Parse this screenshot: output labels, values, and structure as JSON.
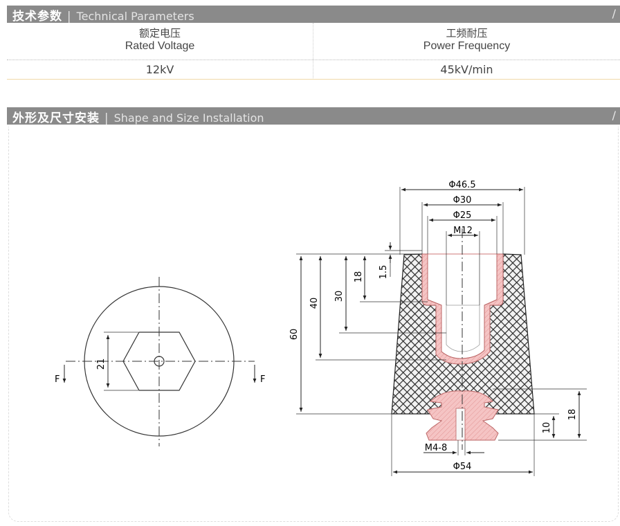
{
  "section1": {
    "title_zh": "技术参数",
    "separator": "|",
    "title_en": "Technical Parameters",
    "columns": [
      {
        "label_zh": "额定电压",
        "label_en": "Rated Voltage",
        "value": "12kV"
      },
      {
        "label_zh": "工频耐压",
        "label_en": "Power Frequency",
        "value": "45kV/min"
      }
    ]
  },
  "section2": {
    "title_zh": "外形及尺寸安装",
    "separator": "|",
    "title_en": "Shape and Size Installation"
  },
  "drawing": {
    "front_view": {
      "dim_21": "21",
      "force_left": "F",
      "force_right": "F"
    },
    "side_view": {
      "dia_46_5": "Φ46.5",
      "dia_30": "Φ30",
      "dia_25": "Φ25",
      "thread_m12": "M12",
      "dim_1_5": "1.5",
      "dim_18_top": "18",
      "dim_30": "30",
      "dim_40": "40",
      "dim_60": "60",
      "dim_18_bottom": "18",
      "dim_10": "10",
      "thread_m4_8": "M4-8",
      "dia_54": "Φ54"
    }
  },
  "colors": {
    "header_bar": "#8a8a8a",
    "hatch": "#3a3a3a",
    "insert": "#f2b8b8"
  }
}
